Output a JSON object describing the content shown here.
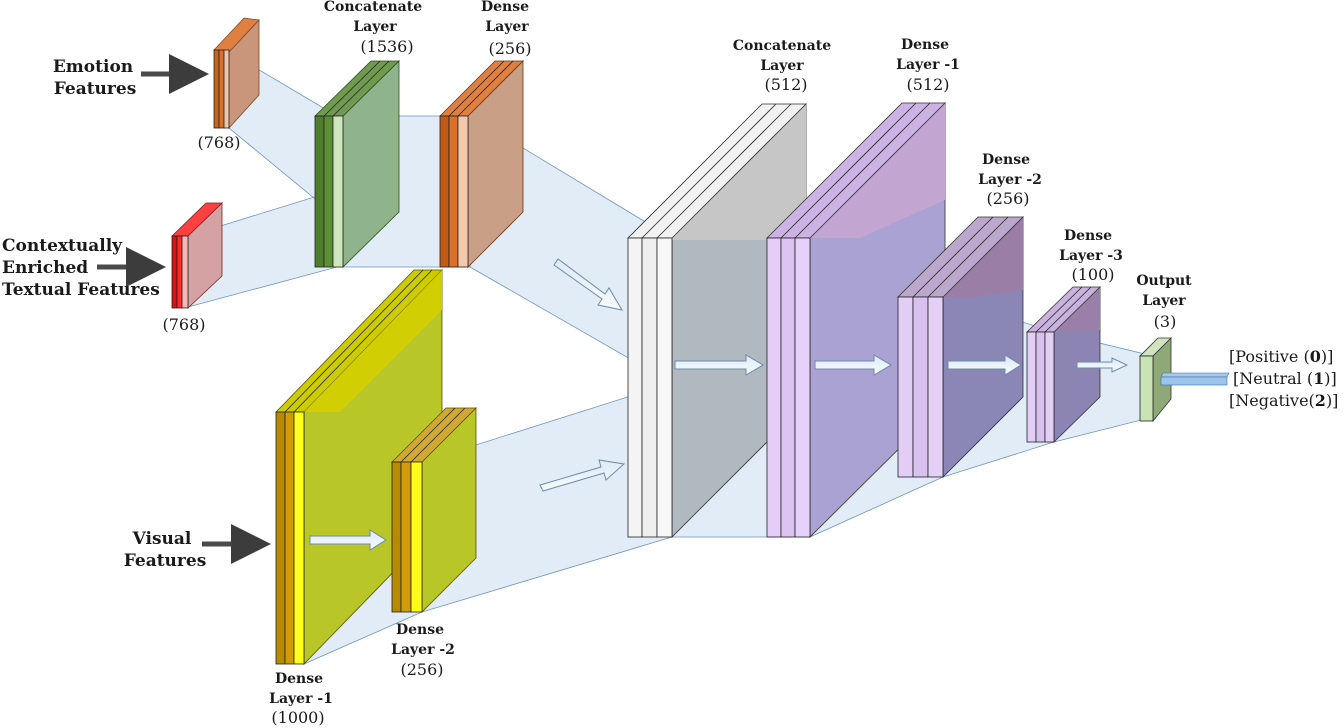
{
  "inputs": {
    "emotion": {
      "line1": "Emotion",
      "line2": "Features",
      "dim": "(768)"
    },
    "textual": {
      "line1": "Contextually",
      "line2": "Enriched",
      "line3": "Textual Features",
      "dim": "(768)"
    },
    "visual": {
      "line1": "Visual",
      "line2": "Features"
    }
  },
  "layers": {
    "concat1": {
      "line1": "Concatenate",
      "line2": "Layer",
      "dim": "(1536)"
    },
    "dense_top": {
      "line1": "Dense",
      "line2": "Layer",
      "dim": "(256)"
    },
    "visual_dense1": {
      "line1": "Dense",
      "line2": "Layer -1",
      "dim": "(1000)"
    },
    "visual_dense2": {
      "line1": "Dense",
      "line2": "Layer -2",
      "dim": "(256)"
    },
    "concat2": {
      "line1": "Concatenate",
      "line2": "Layer",
      "dim": "(512)"
    },
    "dense1": {
      "line1": "Dense",
      "line2": "Layer -1",
      "dim": "(512)"
    },
    "dense2": {
      "line1": "Dense",
      "line2": "Layer -2",
      "dim": "(256)"
    },
    "dense3": {
      "line1": "Dense",
      "line2": "Layer -3",
      "dim": "(100)"
    },
    "output": {
      "line1": "Output",
      "line2": "Layer",
      "dim": "(3)"
    }
  },
  "outputs": {
    "positive": {
      "text": "[Positive (",
      "num": "0",
      "close": ")]"
    },
    "neutral": {
      "text": "[Neutral (",
      "num": "1",
      "close": ")]"
    },
    "negative": {
      "text": "[Negative(",
      "num": "2",
      "close": ")]"
    }
  },
  "colors": {
    "emotion": "#d9702b",
    "textual": "#ee2222",
    "concat1": "#5a8a3a",
    "dense_top": "#d2691e",
    "visual": "#e5c400",
    "concat2": "#f0f0f0",
    "dense_purple": "#d9c2ef",
    "output": "#b7d7a8"
  }
}
